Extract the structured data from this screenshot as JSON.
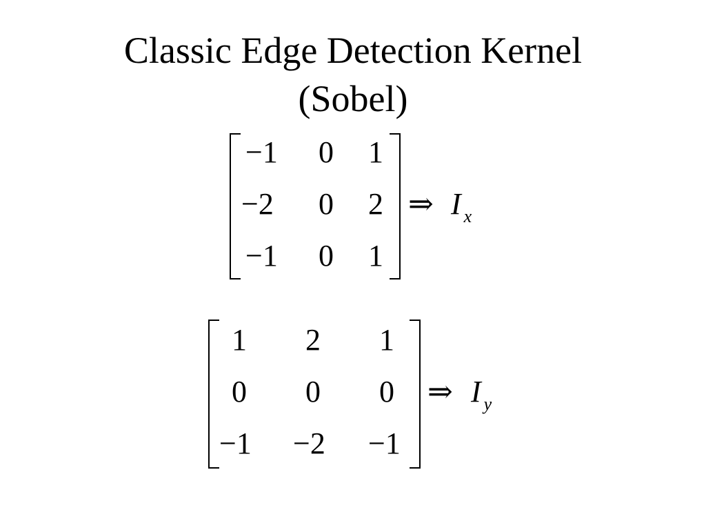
{
  "slide": {
    "title_line1": "Classic Edge Detection Kernel",
    "title_line2": "(Sobel)"
  },
  "kernels": [
    {
      "rows": [
        [
          "−1",
          "0",
          "1"
        ],
        [
          "−2",
          "0",
          "2"
        ],
        [
          "−1",
          "0",
          "1"
        ]
      ],
      "arrow": "⇒",
      "result_symbol": "I",
      "result_subscript": "x"
    },
    {
      "rows": [
        [
          "1",
          "2",
          "1"
        ],
        [
          "0",
          "0",
          "0"
        ],
        [
          "−1",
          "−2",
          "−1"
        ]
      ],
      "arrow": "⇒",
      "result_symbol": "I",
      "result_subscript": "y"
    }
  ]
}
